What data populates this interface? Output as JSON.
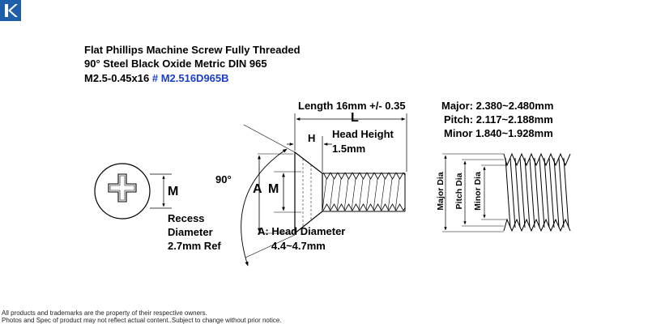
{
  "brand": {
    "logo_letter": "K",
    "color": "#1f5faa"
  },
  "title": {
    "line1": "Flat Phillips Machine Screw Fully Threaded",
    "line2": "90° Steel Black Oxide Metric DIN 965",
    "size_prefix": "M2.5-0.45x16",
    "part_number": "# M2.516D965B",
    "part_number_color": "#1a3fc4"
  },
  "dimensions": {
    "length": "Length 16mm +/- 0.35",
    "length_symbol": "L",
    "head_height_symbol": "H",
    "head_height_label": "Head Height",
    "head_height_value": "1.5mm",
    "angle": "90°",
    "head_diameter_symbol": "A",
    "recess_symbol": "M",
    "recess_symbol_side": "M",
    "head_diameter_label": "A: Head Diameter",
    "head_diameter_value": "4.4~4.7mm",
    "recess_line1": "Recess",
    "recess_line2": "Diameter",
    "recess_line3": "2.7mm Ref"
  },
  "thread": {
    "major": "Major: 2.380~2.480mm",
    "pitch": "Pitch: 2.117~2.188mm",
    "minor": "Minor 1.840~1.928mm",
    "major_dia": "Major Dia",
    "pitch_dia": "Pitch Dia",
    "minor_dia": "Minor Dia"
  },
  "footer": {
    "line1": "All products and trademarks are the property of their respective owners.",
    "line2": "Photos and Spec of product may not reflect actual content..Subject to change without prior notice."
  }
}
